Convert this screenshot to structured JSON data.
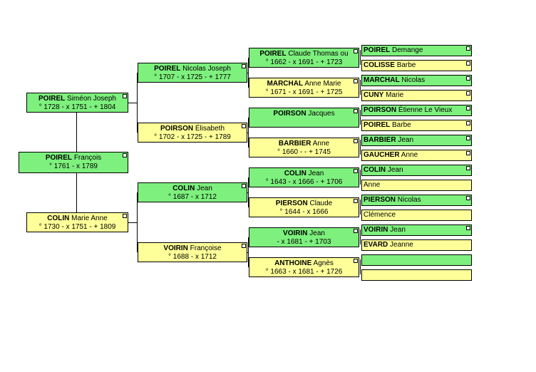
{
  "people": {
    "p1": {
      "surname": "POIREL",
      "given": "François",
      "dates": "° 1761 - x 1789",
      "color": "#7df07d"
    },
    "p2": {
      "surname": "POIREL",
      "given": "Siméon Joseph",
      "dates": "° 1728 - x 1751 - + 1804",
      "color": "#7df07d"
    },
    "p3": {
      "surname": "COLIN",
      "given": "Marie Anne",
      "dates": "° 1730 - x 1751 - + 1809",
      "color": "#ffff99"
    },
    "p4": {
      "surname": "POIREL",
      "given": "Nicolas Joseph",
      "dates": "° 1707 - x 1725 - + 1777",
      "color": "#7df07d"
    },
    "p5": {
      "surname": "POIRSON",
      "given": "Élisabeth",
      "dates": "° 1702 - x 1725 - + 1789",
      "color": "#ffff99"
    },
    "p6": {
      "surname": "COLIN",
      "given": "Jean",
      "dates": "° 1687 - x 1712",
      "color": "#7df07d"
    },
    "p7": {
      "surname": "VOIRIN",
      "given": "Françoise",
      "dates": "° 1688 - x 1712",
      "color": "#ffff99"
    },
    "p8": {
      "surname": "POIREL",
      "given": "Claude Thomas ou",
      "dates": "° 1662 - x 1691 - + 1723",
      "color": "#7df07d"
    },
    "p9": {
      "surname": "MARCHAL",
      "given": "Anne Marie",
      "dates": "° 1671 - x 1691 - + 1725",
      "color": "#ffff99"
    },
    "p10": {
      "surname": "POIRSON",
      "given": "Jacques",
      "dates": "",
      "color": "#7df07d"
    },
    "p11": {
      "surname": "BARBIER",
      "given": "Anne",
      "dates": "° 1660 - - + 1745",
      "color": "#ffff99"
    },
    "p12": {
      "surname": "COLIN",
      "given": "Jean",
      "dates": "° 1643 - x 1666 - + 1706",
      "color": "#7df07d"
    },
    "p13": {
      "surname": "PIERSON",
      "given": "Claude",
      "dates": "° 1644 - x 1666",
      "color": "#ffff99"
    },
    "p14": {
      "surname": "VOIRIN",
      "given": "Jean",
      "dates": "- x 1681 - + 1703",
      "color": "#7df07d"
    },
    "p15": {
      "surname": "ANTHOINE",
      "given": "Agnès",
      "dates": "° 1663 - x 1681 - + 1726",
      "color": "#ffff99"
    },
    "p16": {
      "surname": "POIREL",
      "given": "Demange",
      "color": "#7df07d"
    },
    "p17": {
      "surname": "COLISSE",
      "given": "Barbe",
      "color": "#ffff99"
    },
    "p18": {
      "surname": "MARCHAL",
      "given": "Nicolas",
      "color": "#7df07d"
    },
    "p19": {
      "surname": "CUNY",
      "given": "Marie",
      "color": "#ffff99"
    },
    "p20": {
      "surname": "POIRSON",
      "given": "Étienne Le Vieux",
      "color": "#7df07d"
    },
    "p21": {
      "surname": "POIREL",
      "given": "Barbe",
      "color": "#ffff99"
    },
    "p22": {
      "surname": "BARBIER",
      "given": "Jean",
      "color": "#7df07d"
    },
    "p23": {
      "surname": "GAUCHER",
      "given": "Anne",
      "color": "#ffff99"
    },
    "p24": {
      "surname": "COLIN",
      "given": "Jean",
      "color": "#7df07d"
    },
    "p25": {
      "surname": "",
      "given": "Anne",
      "color": "#ffff99"
    },
    "p26": {
      "surname": "PIERSON",
      "given": "Nicolas",
      "color": "#7df07d"
    },
    "p27": {
      "surname": "",
      "given": "Clémence",
      "color": "#ffff99"
    },
    "p28": {
      "surname": "VOIRIN",
      "given": "Jean",
      "color": "#7df07d"
    },
    "p29": {
      "surname": "EVARD",
      "given": "Jeanne",
      "color": "#ffff99"
    },
    "p30": {
      "surname": "",
      "given": "",
      "color": "#7df07d"
    },
    "p31": {
      "surname": "",
      "given": "",
      "color": "#ffff99"
    }
  }
}
